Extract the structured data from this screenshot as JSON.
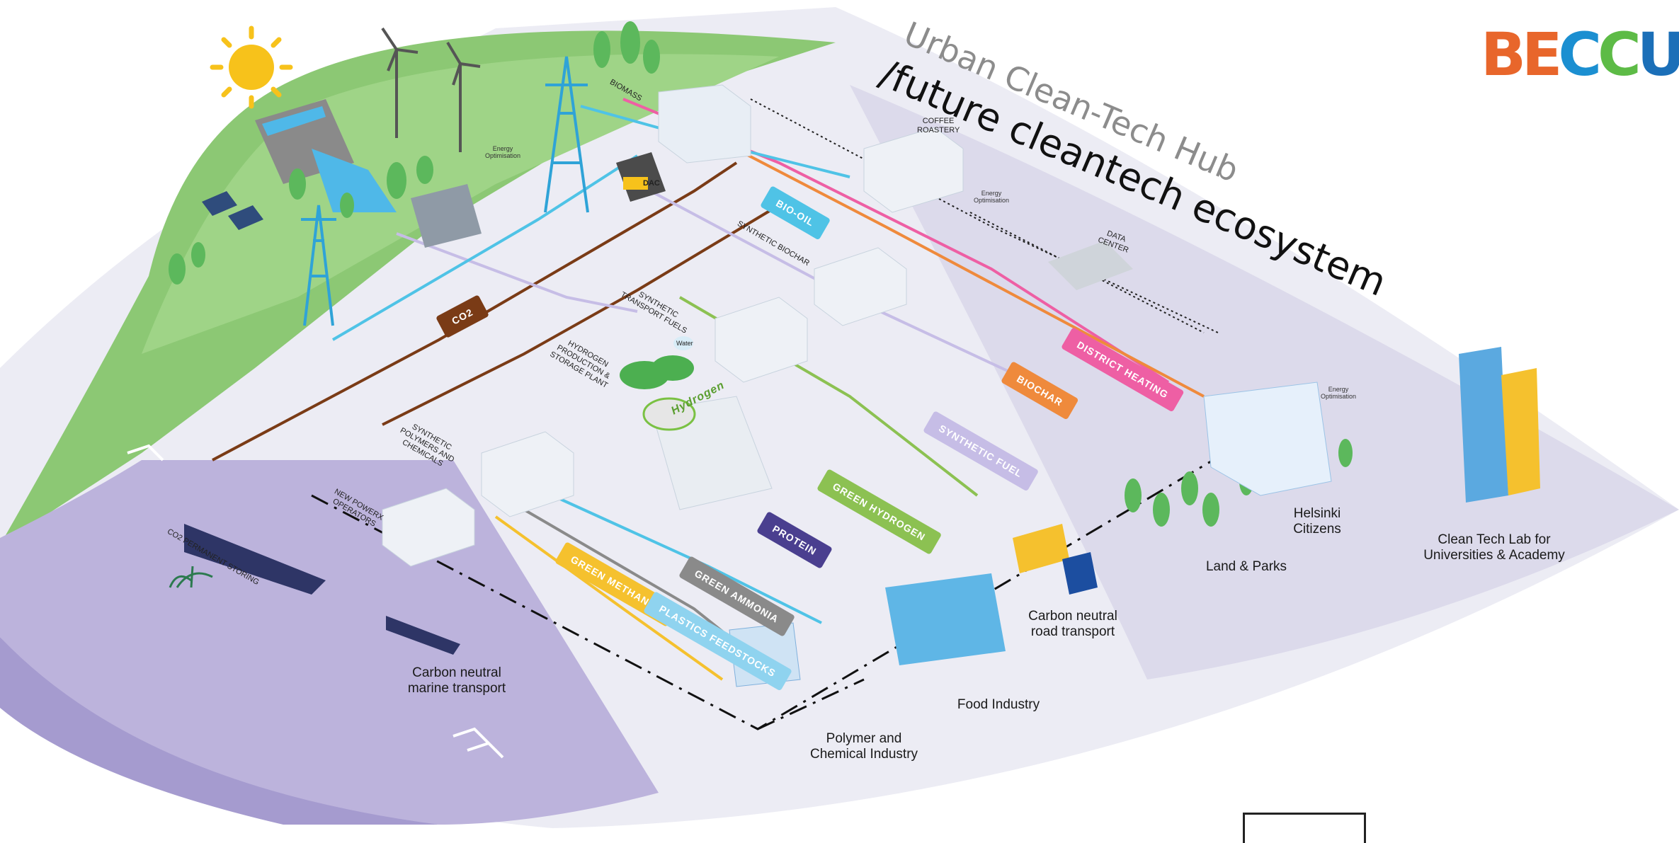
{
  "title": {
    "line1": "Urban Clean-Tech Hub",
    "line2": "/future cleantech ecosystem"
  },
  "logo": {
    "text": "BECCU"
  },
  "flow_tags": {
    "co2": "CO2",
    "bio_oil": "BIO-OIL",
    "district_heating": "DISTRICT HEATING",
    "biochar": "BIOCHAR",
    "synthetic_fuel": "SYNTHETIC FUEL",
    "green_hydrogen": "GREEN HYDROGEN",
    "protein": "PROTEIN",
    "green_ammonia": "GREEN AMMONIA",
    "green_methanol": "GREEN METHANOL",
    "plastics_feedstocks": "PLASTICS FEEDSTOCKS",
    "hydrogen": "Hydrogen"
  },
  "small_labels": {
    "biomass": "BIOMASS",
    "dac": "DAC",
    "coffee_roastery": "COFFEE ROASTERY",
    "data_center": "DATA CENTER",
    "synthetic_biochar": "SYNTHETIC BIOCHAR",
    "synthetic_transport_fuels": "SYNTHETIC TRANSPORT FUELS",
    "hydrogen_plant": "HYDROGEN PRODUCTION & STORAGE PLANT",
    "synthetic_polymers": "SYNTHETIC POLYMERS AND CHEMICALS",
    "new_powerx": "NEW POWERX OPERATORS",
    "co2_storing": "CO2 PERMANENT STORING",
    "water": "Water",
    "energy_optimisation": "Energy Optimisation"
  },
  "places": {
    "helsinki_citizens": "Helsinki Citizens",
    "land_parks": "Land & Parks",
    "clean_tech_lab": "Clean Tech Lab for Universities & Academy",
    "road_transport": "Carbon neutral road transport",
    "marine_transport": "Carbon neutral marine transport",
    "food_industry": "Food Industry",
    "polymer_industry": "Polymer and Chemical Industry"
  },
  "colors": {
    "co2": "#7a3b16",
    "bio_oil": "#4fc3e6",
    "district_heating": "#ee5fa4",
    "biochar": "#ef8a3c",
    "synthetic_fuel": "#c6bde6",
    "green_hydrogen": "#8cc152",
    "protein": "#4a3f8f",
    "green_ammonia": "#8a8a8a",
    "green_methanol": "#f5c12e",
    "plastics_feedstocks": "#8fd3ef",
    "land": "#8cc874",
    "sea": "#bcb3dc",
    "ground": "#e6e5f1"
  }
}
